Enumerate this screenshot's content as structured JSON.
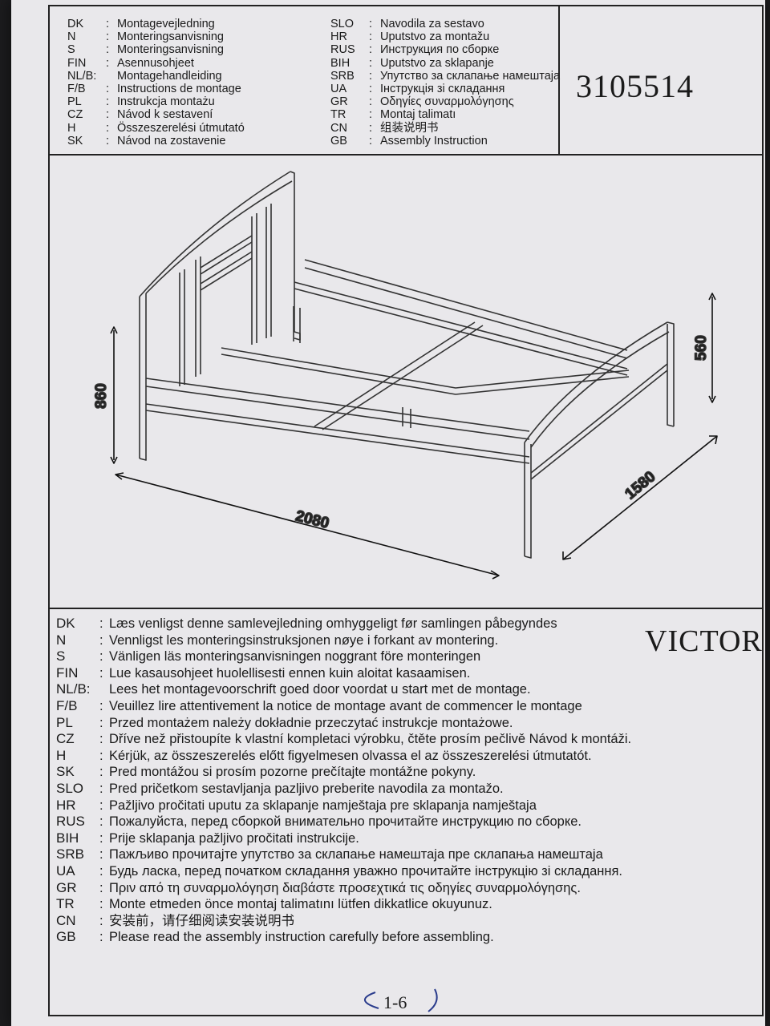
{
  "header": {
    "left_languages": [
      {
        "code": "DK",
        "label": "Montagevejledning"
      },
      {
        "code": "N",
        "label": "Monteringsanvisning"
      },
      {
        "code": "S",
        "label": "Monteringsanvisning"
      },
      {
        "code": "FIN",
        "label": "Asennusohjeet"
      },
      {
        "code": "NL/B:",
        "label": "Montagehandleiding"
      },
      {
        "code": "F/B",
        "label": "Instructions de montage"
      },
      {
        "code": "PL",
        "label": "Instrukcja montażu"
      },
      {
        "code": "CZ",
        "label": "Návod k sestavení"
      },
      {
        "code": "H",
        "label": "Összeszerelési útmutató"
      },
      {
        "code": "SK",
        "label": "Návod na zostavenie"
      }
    ],
    "right_languages": [
      {
        "code": "SLO",
        "label": "Navodila za sestavo"
      },
      {
        "code": "HR",
        "label": "Uputstvo za montažu"
      },
      {
        "code": "RUS",
        "label": "Инструкция по сборке"
      },
      {
        "code": "BIH",
        "label": "Uputstvo za sklapanje"
      },
      {
        "code": "SRB",
        "label": "Упутство за склапање намештаја"
      },
      {
        "code": "UA",
        "label": "Інструкція зі складання"
      },
      {
        "code": "GR",
        "label": "Οδηγίες συναρμολόγησης"
      },
      {
        "code": "TR",
        "label": "Montaj talimatı"
      },
      {
        "code": "CN",
        "label": "组装说明书"
      },
      {
        "code": "GB",
        "label": "Assembly Instruction"
      }
    ],
    "product_code": "3105514"
  },
  "dimensions": {
    "height_head": "860",
    "height_foot": "560",
    "length": "2080",
    "width": "1580"
  },
  "model_name": "VICTOR",
  "instructions": [
    {
      "code": "DK",
      "text": "Læs venligst denne samlevejledning omhyggeligt før samlingen påbegyndes"
    },
    {
      "code": "N",
      "text": "Vennligst les monteringsinstruksjonen nøye i forkant av montering."
    },
    {
      "code": "S",
      "text": "Vänligen läs monteringsanvisningen noggrant före monteringen"
    },
    {
      "code": "FIN",
      "text": "Lue kasausohjeet huolellisesti ennen kuin aloitat kasaamisen."
    },
    {
      "code": "NL/B:",
      "text": "Lees het montagevoorschrift goed door voordat u start met de montage."
    },
    {
      "code": "F/B",
      "text": "Veuillez lire attentivement la notice de montage avant de commencer le montage"
    },
    {
      "code": "PL",
      "text": "Przed montażem należy dokładnie przeczytać instrukcje montażowe."
    },
    {
      "code": "CZ",
      "text": "Dříve než přistoupíte k vlastní kompletaci výrobku, čtěte prosím pečlivě Návod k montáži."
    },
    {
      "code": "H",
      "text": "Kérjük, az összeszerelés előtt figyelmesen olvassa el az összeszerelési útmutatót."
    },
    {
      "code": "SK",
      "text": "Pred montážou si prosím pozorne prečítajte montážne pokyny."
    },
    {
      "code": "SLO",
      "text": "Pred pričetkom sestavljanja pazljivo preberite navodila za montažo."
    },
    {
      "code": "HR",
      "text": "Pažljivo pročitati uputu za sklapanje namještaja pre sklapanja namještaja"
    },
    {
      "code": "RUS",
      "text": "Пожалуйста, перед сборкой внимательно прочитайте инструкцию по сборке."
    },
    {
      "code": "BIH",
      "text": "Prije sklapanja pažljivo pročitati instrukcije."
    },
    {
      "code": "SRB",
      "text": "Пажљиво прочитајте упутство за склапање намештаја пре склапања намештаја"
    },
    {
      "code": "UA",
      "text": "Будь ласка, перед початком складання уважно прочитайте інструкцію зі складання."
    },
    {
      "code": "GR",
      "text": "Πριν από τη συναρμολόγηση διαβάστε προσεχτικά τις οδηγίες συναρμολόγησης."
    },
    {
      "code": "TR",
      "text": "Monte etmeden önce montaj talimatını lütfen dikkatlice okuyunuz."
    },
    {
      "code": "CN",
      "text": "安装前，请仔细阅读安装说明书"
    },
    {
      "code": "GB",
      "text": "Please read the assembly instruction carefully before assembling."
    }
  ],
  "page_number": "1-6"
}
